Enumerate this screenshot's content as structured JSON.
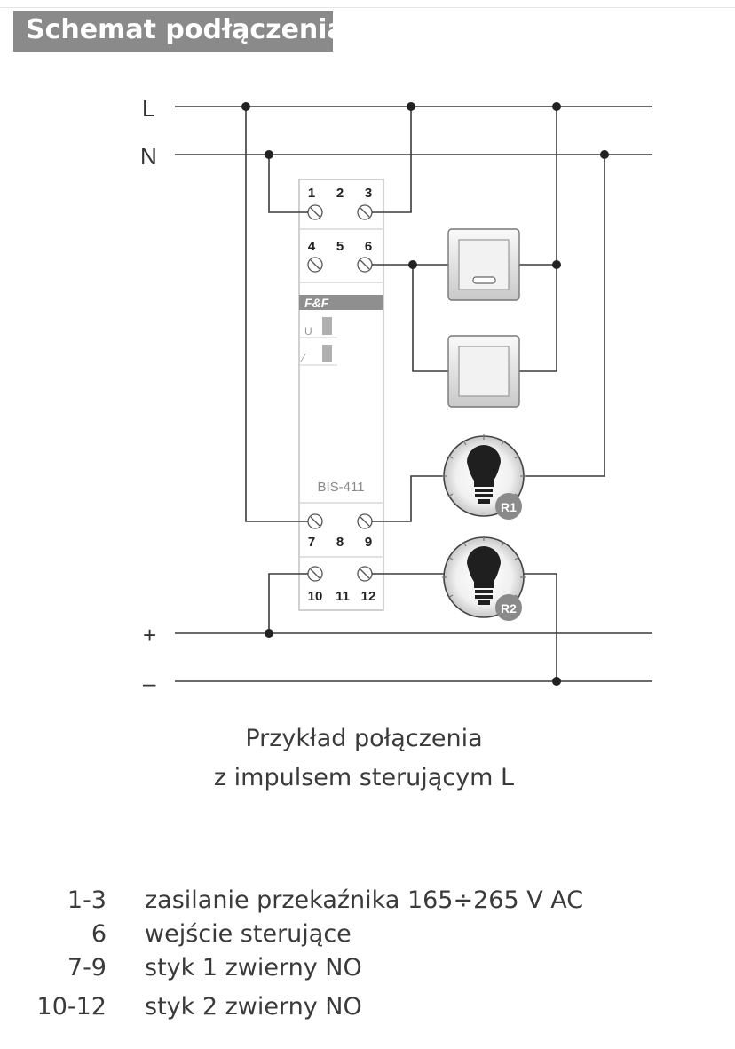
{
  "header": {
    "title": "Schemat podłączenia"
  },
  "diagram": {
    "rail_labels": {
      "L": "L",
      "N": "N",
      "plus": "+",
      "minus": "–"
    },
    "device": {
      "brand": "F&F",
      "model": "BIS-411",
      "indicator_u": "U",
      "indicator_symbol": "⁄"
    },
    "terminals": {
      "row1": [
        "1",
        "2",
        "3"
      ],
      "row2": [
        "4",
        "5",
        "6"
      ],
      "row3": [
        "7",
        "8",
        "9"
      ],
      "row4": [
        "10",
        "11",
        "12"
      ]
    },
    "loads": {
      "r1": "R1",
      "r2": "R2"
    },
    "switches": [
      "push-button-1",
      "push-button-2"
    ],
    "colors": {
      "line": "#3a3a3a",
      "tab": "#8a8a8a",
      "device_bar": "#8f8f8f"
    }
  },
  "caption": {
    "line1": "Przykład połączenia",
    "line2": "z impulsem sterującym L"
  },
  "legend": [
    {
      "code": "1-3",
      "desc": "zasilanie przekaźnika 165÷265 V AC"
    },
    {
      "code": "6",
      "desc": "wejście sterujące"
    },
    {
      "code": "7-9",
      "desc": "styk 1 zwierny NO"
    },
    {
      "code": "10-12",
      "desc": "styk 2 zwierny NO"
    }
  ]
}
